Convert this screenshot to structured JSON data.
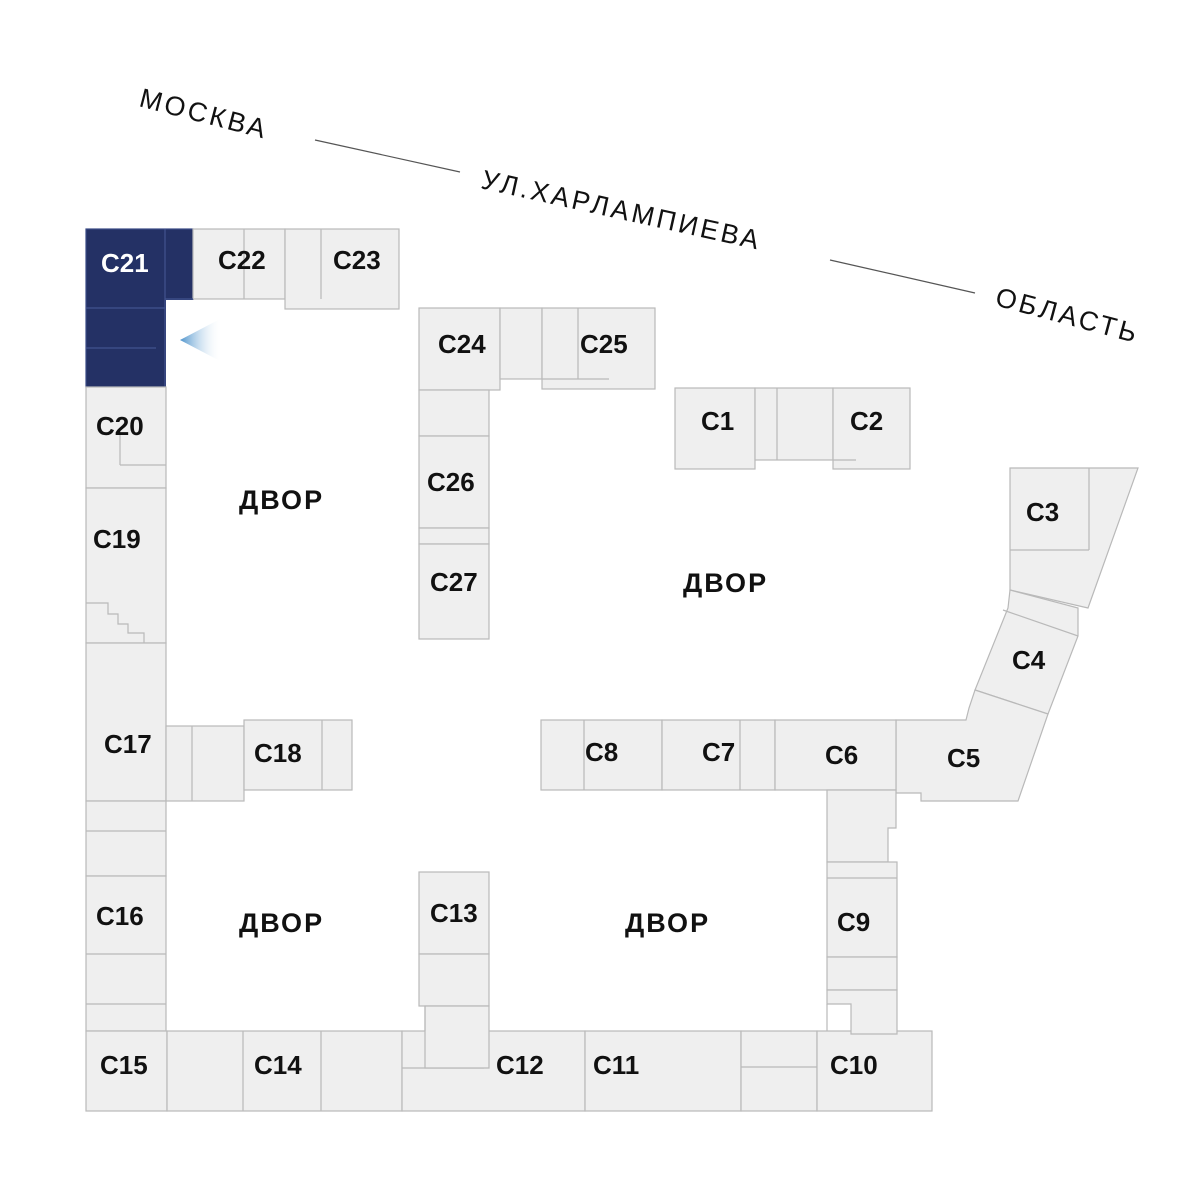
{
  "street": {
    "part1": "МОСКВА",
    "part2": "УЛ.ХАРЛАМПИЕВА",
    "part3": "ОБЛАСТЬ"
  },
  "yards": [
    "ДВОР",
    "ДВОР",
    "ДВОР",
    "ДВОР"
  ],
  "sections": {
    "c1": "С1",
    "c2": "С2",
    "c3": "С3",
    "c4": "С4",
    "c5": "С5",
    "c6": "С6",
    "c7": "С7",
    "c8": "С8",
    "c9": "С9",
    "c10": "С10",
    "c11": "С11",
    "c12": "С12",
    "c13": "С13",
    "c14": "С14",
    "c15": "С15",
    "c16": "С16",
    "c17": "С17",
    "c18": "С18",
    "c19": "С19",
    "c20": "С20",
    "c21": "С21",
    "c22": "С22",
    "c23": "С23",
    "c24": "С24",
    "c25": "С25",
    "c26": "С26",
    "c27": "С27"
  },
  "selected_section": "С21",
  "colors": {
    "selected": "#243165",
    "block": "#efefef",
    "viewpoint": "#6aa9d6"
  }
}
